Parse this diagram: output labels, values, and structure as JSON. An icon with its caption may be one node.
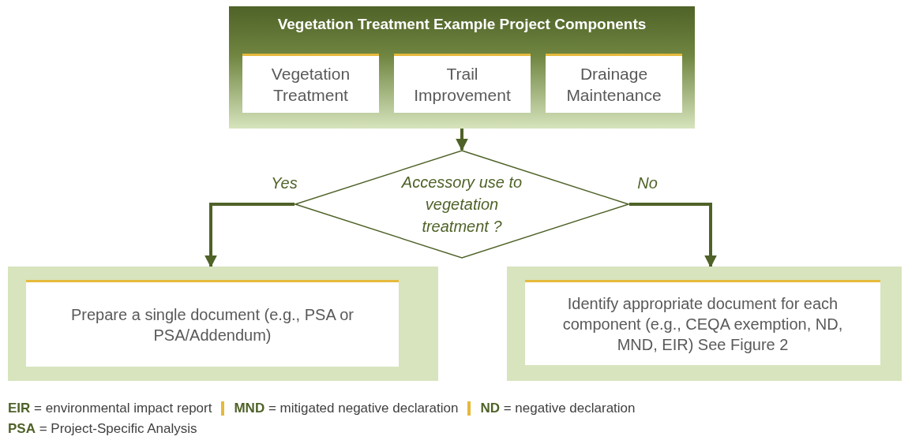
{
  "diagram": {
    "nodes": [
      {
        "text": [
          "Vegetation Treatment Example Project Components"
        ]
      },
      {
        "text": [
          "Vegetation Treatment"
        ],
        "in": 0
      },
      {
        "text": [
          "Trail Improvement"
        ],
        "in": 0
      },
      {
        "text": [
          "Drainage Maintenance"
        ],
        "in": 0
      },
      {
        "text": [
          "Accessory use to vegetation treatment ?"
        ]
      },
      {
        "text": [],
        "shape": "box"
      },
      {
        "text": [
          "Prepare a single document (e.g., PSA or PSA/Addendum)"
        ],
        "in": 5
      },
      {
        "text": [],
        "shape": "box"
      },
      {
        "text": [
          "Identify appropriate document for each component (e.g., CEQA exemption, ND, MND, EIR) See Figure 2"
        ],
        "in": 7
      }
    ],
    "edges": [
      {
        "from": 0,
        "to": 4,
        "arrow": "to"
      },
      {
        "from": 4,
        "to": 5,
        "arrow": "to",
        "label": "Yes"
      },
      {
        "from": 4,
        "to": 7,
        "arrow": "to",
        "label": "No"
      }
    ],
    "labels": [
      "**EIR** = environmental impact report",
      "**MND** = mitigated negative declaration",
      "**ND** = negative declaration",
      "**PSA** = Project-Specific Analysis"
    ]
  }
}
